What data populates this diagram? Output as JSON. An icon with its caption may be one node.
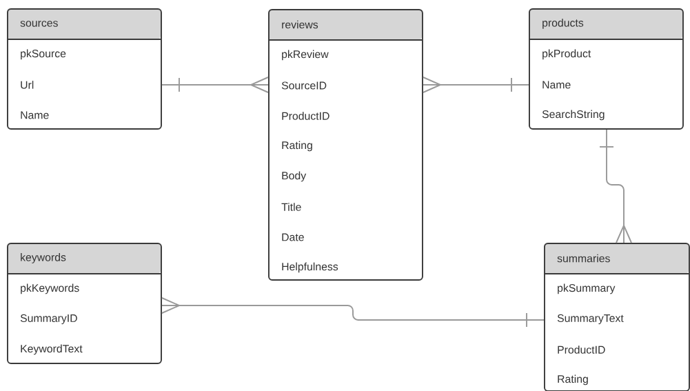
{
  "diagram": {
    "nodes": [
      {
        "text": [
          "sources",
          "pkSource",
          "Url",
          "Name"
        ]
      },
      {
        "text": [
          "reviews",
          "pkReview",
          "SourceID",
          "ProductID",
          "Rating",
          "Body",
          "Title",
          "Date",
          "Helpfulness"
        ]
      },
      {
        "text": [
          "products",
          "pkProduct",
          "Name",
          "SearchString"
        ]
      },
      {
        "text": [
          "keywords",
          "pkKeywords",
          "SummaryID",
          "KeywordText"
        ]
      },
      {
        "text": [
          "summaries",
          "pkSummary",
          "SummaryText",
          "ProductID",
          "Rating"
        ]
      }
    ],
    "edges": [
      {
        "from": 0,
        "to": 1,
        "arrow": "other"
      },
      {
        "from": 2,
        "to": 1,
        "arrow": "other"
      },
      {
        "from": 2,
        "to": 4,
        "arrow": "other"
      },
      {
        "from": 4,
        "to": 3,
        "arrow": "other"
      }
    ]
  }
}
